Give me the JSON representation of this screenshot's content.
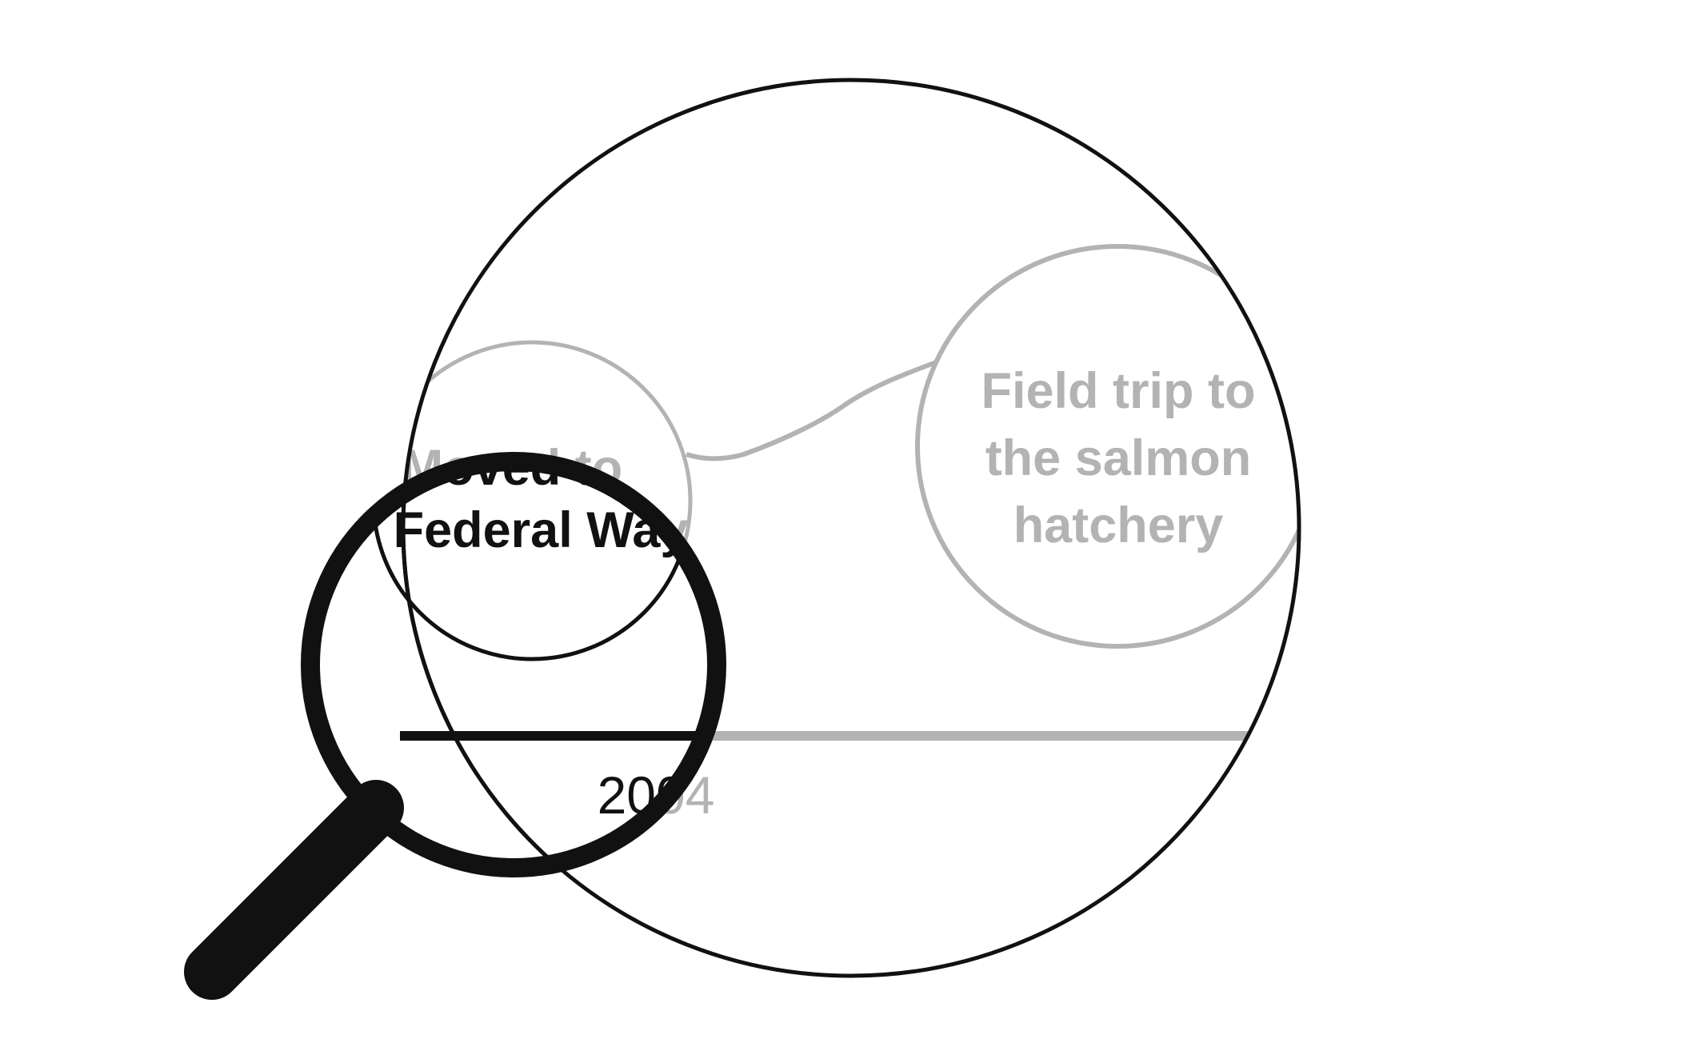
{
  "diagram": {
    "events": [
      {
        "id": "moved",
        "lines": [
          "Moved to",
          "Federal Way"
        ]
      },
      {
        "id": "field-trip",
        "lines": [
          "Field trip to",
          "the salmon",
          "hatchery"
        ]
      }
    ],
    "timeline": {
      "year_label": "2004"
    },
    "colors": {
      "muted": "#b3b3b3",
      "dark": "#111111",
      "background": "#ffffff"
    },
    "icons": [
      "magnifying-glass-icon"
    ]
  }
}
